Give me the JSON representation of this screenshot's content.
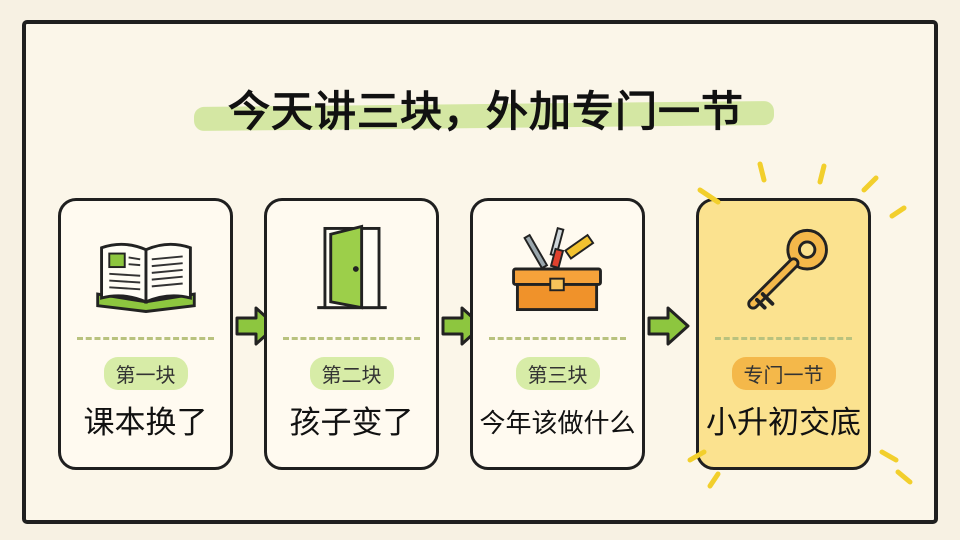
{
  "title": "今天讲三块，外加专门一节",
  "cards": [
    {
      "badge": "第一块",
      "label": "课本换了",
      "icon": "open-book-icon"
    },
    {
      "badge": "第二块",
      "label": "孩子变了",
      "icon": "open-door-icon"
    },
    {
      "badge": "第三块",
      "label": "今年该做什么",
      "icon": "toolbox-icon"
    },
    {
      "badge": "专门一节",
      "label": "小升初交底",
      "icon": "key-icon"
    }
  ],
  "colors": {
    "accent_green": "#8dc63f",
    "highlight_green": "#cfe69b",
    "special_yellow": "#fbe28f",
    "badge_orange": "#f4b84a"
  }
}
